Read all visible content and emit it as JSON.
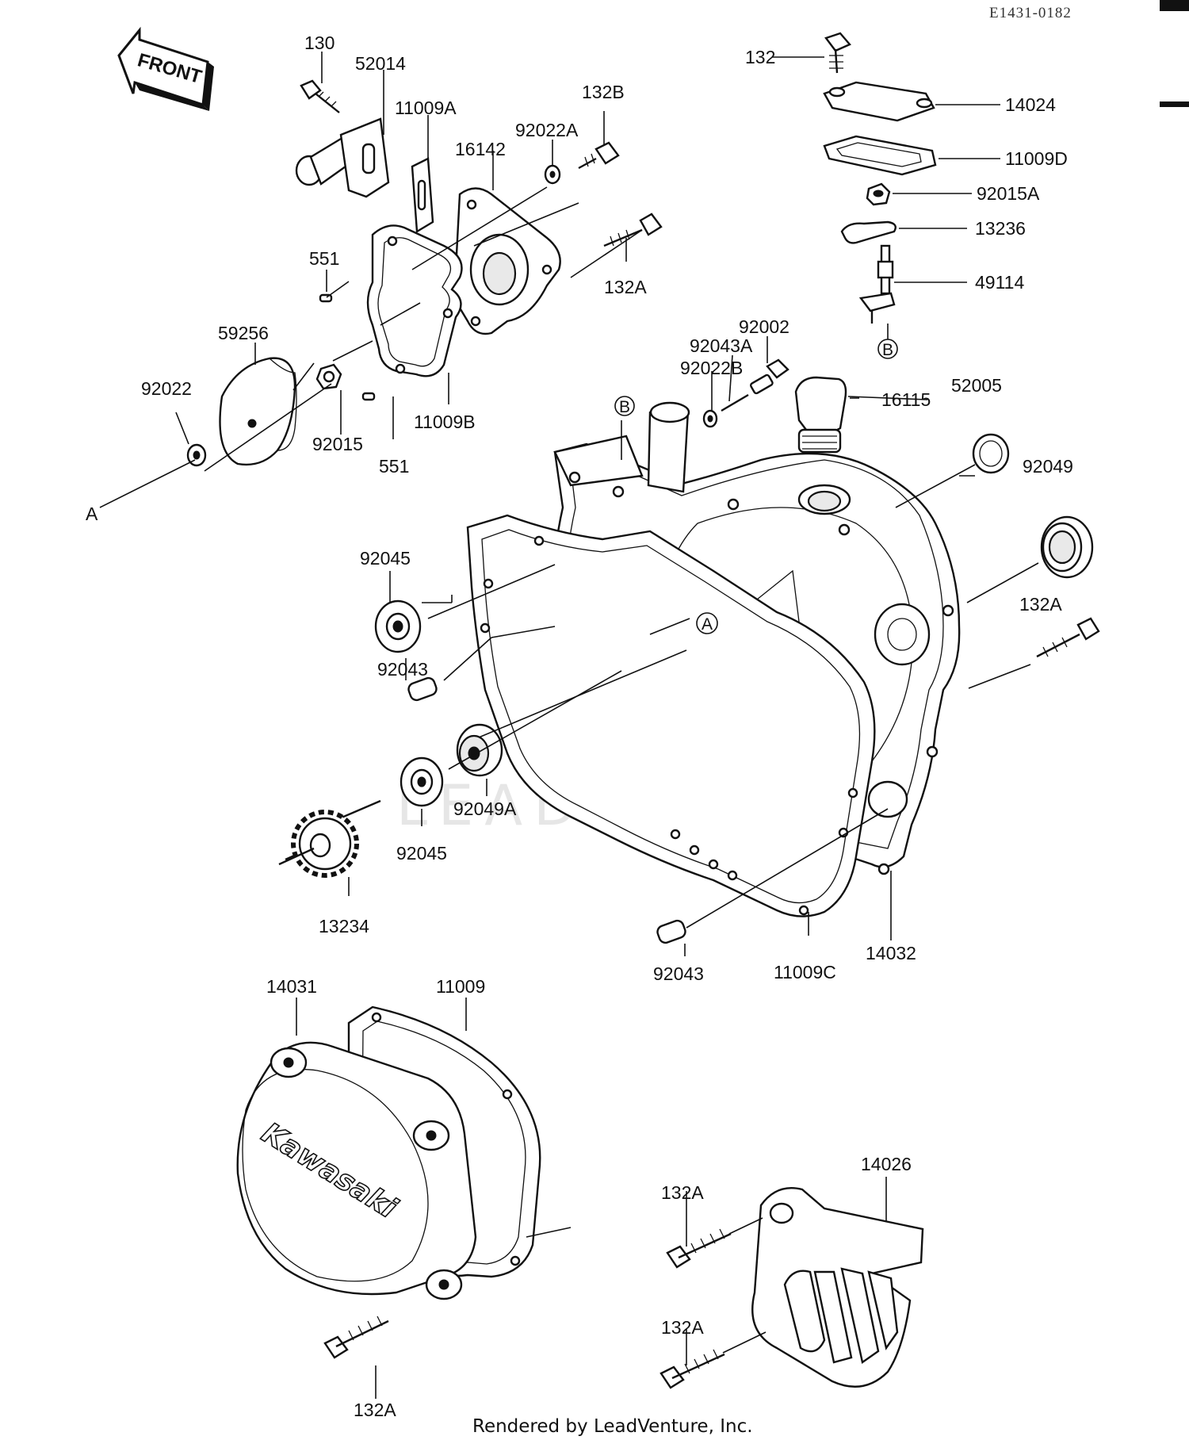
{
  "ref_code": "E1431-0182",
  "front_label": "FRONT",
  "brand_text": "Kawasaki",
  "watermark": "LEADVENTURE",
  "footer": "Rendered by LeadVenture, Inc.",
  "callouts": {
    "p130": "130",
    "p52014": "52014",
    "p11009A": "11009A",
    "p16142": "16142",
    "p92022A": "92022A",
    "p132B": "132B",
    "p132A_top": "132A",
    "p551_a": "551",
    "p551_b": "551",
    "p59256": "59256",
    "p92022": "92022",
    "p92015": "92015",
    "p11009B": "11009B",
    "ref_A_left": "A",
    "p132_top": "132",
    "p14024": "14024",
    "p11009D": "11009D",
    "p92015A": "92015A",
    "p13236": "13236",
    "p49114": "49114",
    "ref_B_right": "B",
    "p92002": "92002",
    "p92043A": "92043A",
    "p92022B": "92022B",
    "p16115": "16115",
    "p52005": "52005",
    "p92049": "92049",
    "ref_B_center": "B",
    "p132A_right": "132A",
    "ref_A_center": "A",
    "p92045_a": "92045",
    "p92043_a": "92043",
    "p92049A": "92049A",
    "p92045_b": "92045",
    "p13234": "13234",
    "p92043_b": "92043",
    "p11009C": "11009C",
    "p14032": "14032",
    "p14031": "14031",
    "p11009": "11009",
    "p14026": "14026",
    "p132A_sprocket_top": "132A",
    "p132A_sprocket_bottom": "132A",
    "p132A_bottom": "132A"
  }
}
